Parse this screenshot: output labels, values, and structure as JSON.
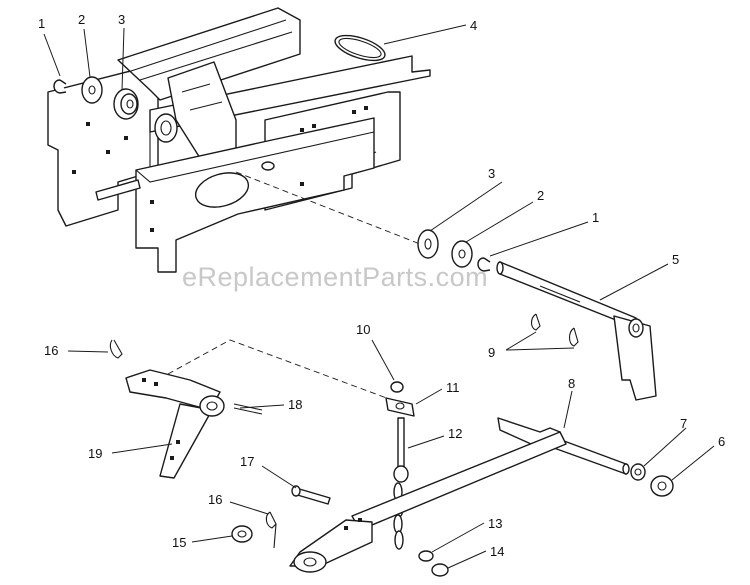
{
  "watermark": "eReplacementParts.com",
  "callouts": [
    {
      "id": "c1a",
      "label": "1"
    },
    {
      "id": "c2a",
      "label": "2"
    },
    {
      "id": "c3a",
      "label": "3"
    },
    {
      "id": "c4",
      "label": "4"
    },
    {
      "id": "c3b",
      "label": "3"
    },
    {
      "id": "c2b",
      "label": "2"
    },
    {
      "id": "c1b",
      "label": "1"
    },
    {
      "id": "c5",
      "label": "5"
    },
    {
      "id": "c10",
      "label": "10"
    },
    {
      "id": "c9",
      "label": "9"
    },
    {
      "id": "c16a",
      "label": "16"
    },
    {
      "id": "c11",
      "label": "11"
    },
    {
      "id": "c8",
      "label": "8"
    },
    {
      "id": "c18",
      "label": "18"
    },
    {
      "id": "c12",
      "label": "12"
    },
    {
      "id": "c7",
      "label": "7"
    },
    {
      "id": "c6",
      "label": "6"
    },
    {
      "id": "c19",
      "label": "19"
    },
    {
      "id": "c17",
      "label": "17"
    },
    {
      "id": "c16b",
      "label": "16"
    },
    {
      "id": "c13",
      "label": "13"
    },
    {
      "id": "c15",
      "label": "15"
    },
    {
      "id": "c14",
      "label": "14"
    }
  ]
}
